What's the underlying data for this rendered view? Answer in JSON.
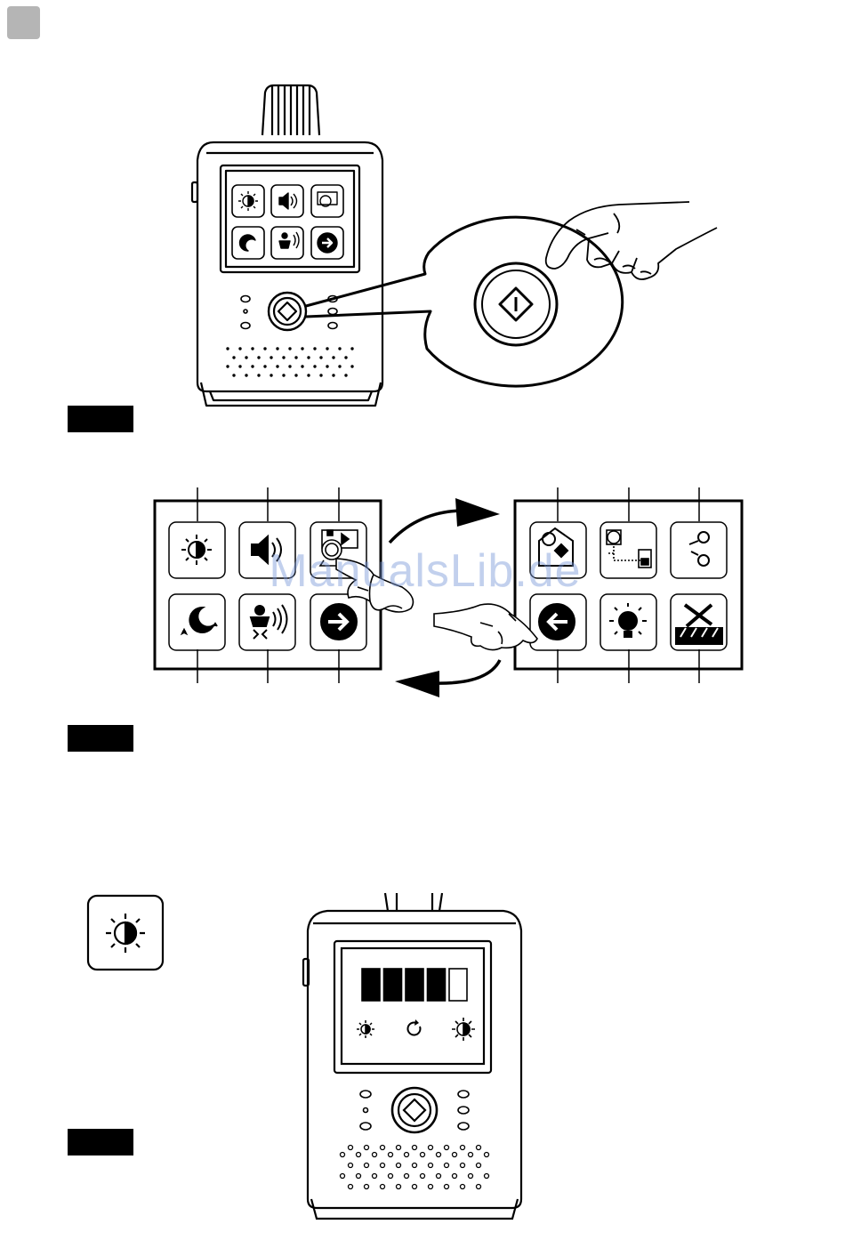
{
  "watermark": {
    "text": "ManualsLib.de"
  },
  "figures": [
    {
      "id": "fig1",
      "label": ""
    },
    {
      "id": "fig2",
      "label": ""
    },
    {
      "id": "fig3",
      "label": ""
    }
  ],
  "icons": {
    "page1": [
      "brightness-icon",
      "volume-icon",
      "camera-select-icon",
      "night-mode-icon",
      "baby-sound-icon",
      "next-arrow-icon"
    ],
    "page2": [
      "scan-mode-icon",
      "pairing-icon",
      "vox-icon",
      "back-arrow-icon",
      "nightlight-icon",
      "settings-icon"
    ]
  },
  "brightness_level": {
    "filled": 4,
    "total": 5
  },
  "colors": {
    "ink": "#000000",
    "badge": "#b5b5b5",
    "watermark": "#7896d7"
  }
}
